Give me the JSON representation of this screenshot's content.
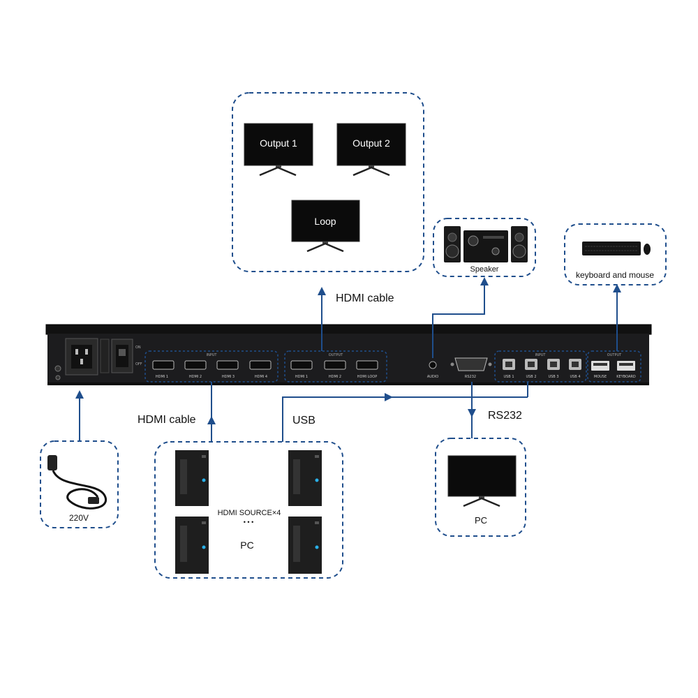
{
  "displays": {
    "output1": "Output 1",
    "output2": "Output 2",
    "loop": "Loop"
  },
  "cables": {
    "hdmi_out": "HDMI cable",
    "hdmi_in": "HDMI cable",
    "usb": "USB",
    "rs232": "RS232"
  },
  "devices": {
    "speaker": "Speaker",
    "keyboard_mouse": "keyboard and mouse",
    "power": "220V",
    "pc_rs232": "PC",
    "sources_title": "HDMI SOURCE×4",
    "sources_dots": "• • •",
    "sources_pc": "PC"
  },
  "panel": {
    "switch_on": "ON",
    "switch_off": "OFF",
    "input_group": "INPUT",
    "input_ports": [
      "HDMI 1",
      "HDMI 2",
      "HDMI 3",
      "HDMI 4"
    ],
    "output_group": "OUTPUT",
    "output_ports": [
      "HDMI 1",
      "HDMI 2",
      "HDMI LOOP"
    ],
    "audio": "AUDIO",
    "rs232": "RS232",
    "usb_group": "INPUT",
    "usb_ports": [
      "USB 1",
      "USB 2",
      "USB 3",
      "USB 4"
    ],
    "hid_group": "OUTPUT",
    "hid_ports": [
      "MOUSE",
      "KEYBOARD"
    ]
  },
  "colors": {
    "accent": "#1f4e8c",
    "chassis": "#1c1c1e",
    "screen": "#0b0b0b"
  }
}
